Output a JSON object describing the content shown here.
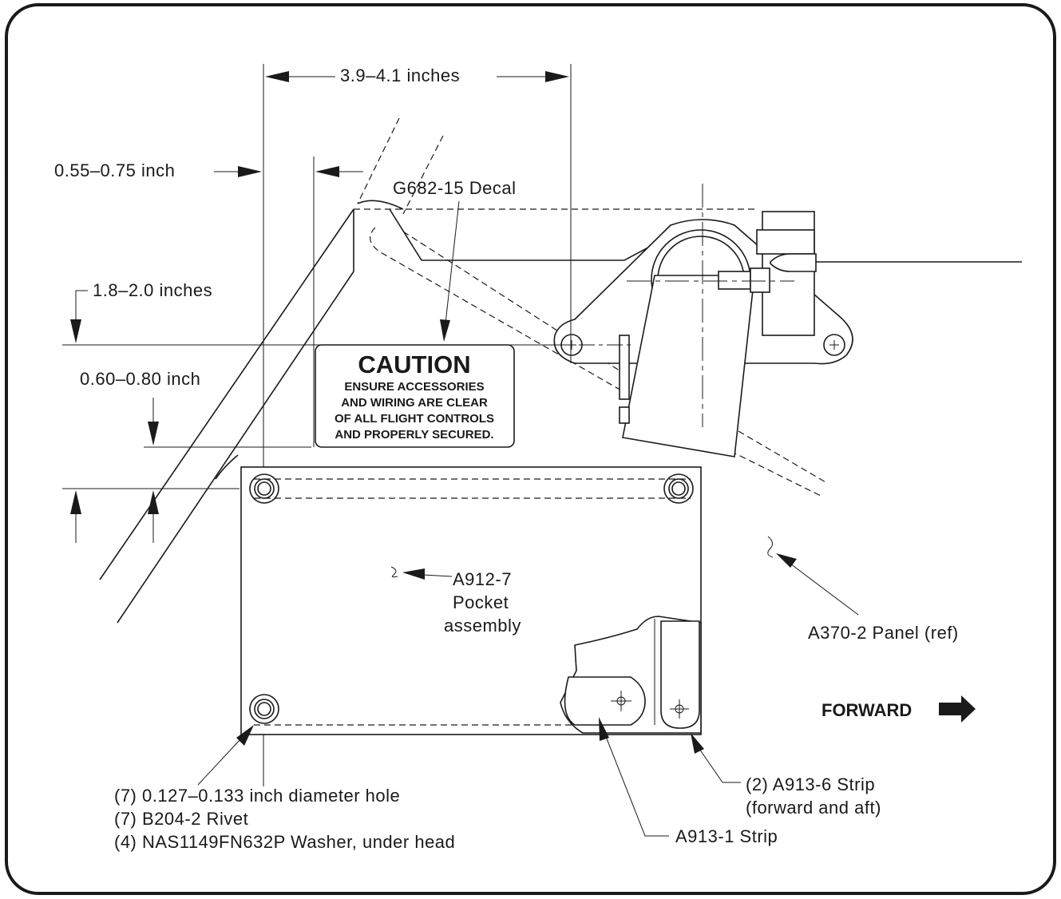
{
  "dimensions": {
    "width_span": "3.9–4.1 inches",
    "left_offset": "0.55–0.75 inch",
    "top_offset": "1.8–2.0 inches",
    "pocket_offset": "0.60–0.80 inch"
  },
  "callouts": {
    "decal": "G682-15 Decal",
    "pocket_line1": "A912-7",
    "pocket_line2": "Pocket",
    "pocket_line3": "assembly",
    "panel": "A370-2 Panel (ref)",
    "hole_line1": "(7) 0.127–0.133 inch diameter hole",
    "hole_line2": "(7) B204-2 Rivet",
    "hole_line3": "(4) NAS1149FN632P Washer, under head",
    "strip6_line1": "(2) A913-6 Strip",
    "strip6_line2": "(forward and aft)",
    "strip1": "A913-1 Strip"
  },
  "caution_decal": {
    "title": "CAUTION",
    "line1": "ENSURE ACCESSORIES",
    "line2": "AND WIRING ARE CLEAR",
    "line3": "OF ALL FLIGHT CONTROLS",
    "line4": "AND PROPERLY SECURED."
  },
  "direction": {
    "label": "FORWARD",
    "icon": "right-arrow-icon"
  }
}
